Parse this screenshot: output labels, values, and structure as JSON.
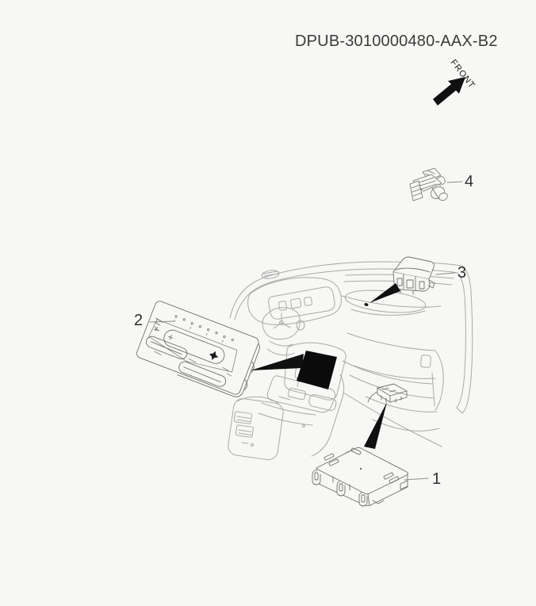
{
  "diagram": {
    "title": "DPUB-3010000480-AAX-B2",
    "front_label": "FRONT",
    "callouts": [
      "1",
      "2",
      "3",
      "4"
    ],
    "colors": {
      "background": "#f7f7f5",
      "line": "#a9a9a9",
      "part_line": "#6f6f6f",
      "detail_line": "#8c8c8c",
      "arrow": "#101010",
      "screen": "#0b0b0b",
      "text": "#3a3a3a"
    }
  }
}
